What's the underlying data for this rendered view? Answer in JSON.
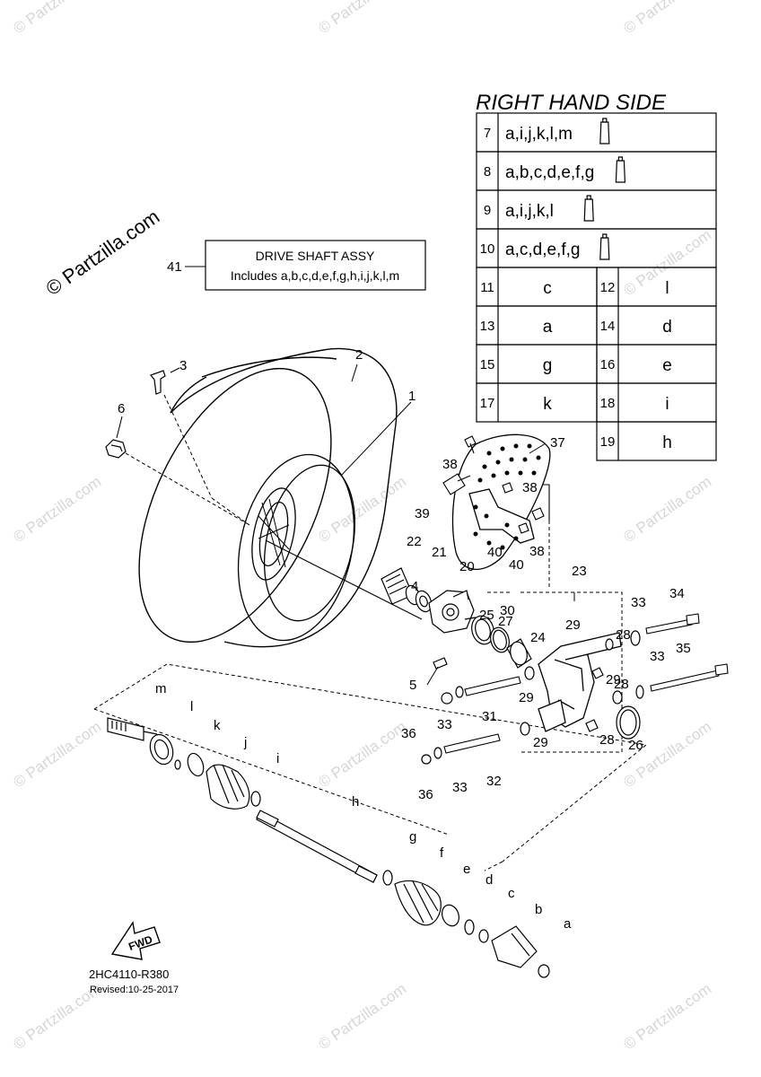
{
  "watermark": "© Partzilla.com",
  "side_title": "RIGHT HAND SIDE",
  "kit_rows": [
    {
      "num": "7",
      "letters": "a,i,j,k,l,m"
    },
    {
      "num": "8",
      "letters": "a,b,c,d,e,f,g"
    },
    {
      "num": "9",
      "letters": "a,i,j,k,l"
    },
    {
      "num": "10",
      "letters": "a,c,d,e,f,g"
    }
  ],
  "pair_rows": [
    [
      {
        "num": "11",
        "letter": "c"
      },
      {
        "num": "12",
        "letter": "l"
      }
    ],
    [
      {
        "num": "13",
        "letter": "a"
      },
      {
        "num": "14",
        "letter": "d"
      }
    ],
    [
      {
        "num": "15",
        "letter": "g"
      },
      {
        "num": "16",
        "letter": "e"
      }
    ],
    [
      {
        "num": "17",
        "letter": "k"
      },
      {
        "num": "18",
        "letter": "i"
      }
    ],
    [
      null,
      {
        "num": "19",
        "letter": "h"
      }
    ]
  ],
  "assy": {
    "number": "41",
    "title": "DRIVE SHAFT ASSY",
    "includes": "Includes a,b,c,d,e,f,g,h,i,j,k,l,m"
  },
  "callouts": [
    "1",
    "2",
    "3",
    "4",
    "5",
    "6",
    "20",
    "21",
    "22",
    "23",
    "24",
    "25",
    "26",
    "27",
    "28",
    "28",
    "28",
    "29",
    "29",
    "29",
    "29",
    "30",
    "31",
    "32",
    "33",
    "33",
    "33",
    "33",
    "34",
    "35",
    "36",
    "36",
    "37",
    "38",
    "38",
    "38",
    "39",
    "40",
    "40",
    "a",
    "b",
    "c",
    "d",
    "e",
    "f",
    "g",
    "h",
    "i",
    "j",
    "k",
    "l",
    "m"
  ],
  "fwd": "FWD",
  "diagram_code": "2HC4110-R380",
  "revised": "Revised:10-25-2017"
}
